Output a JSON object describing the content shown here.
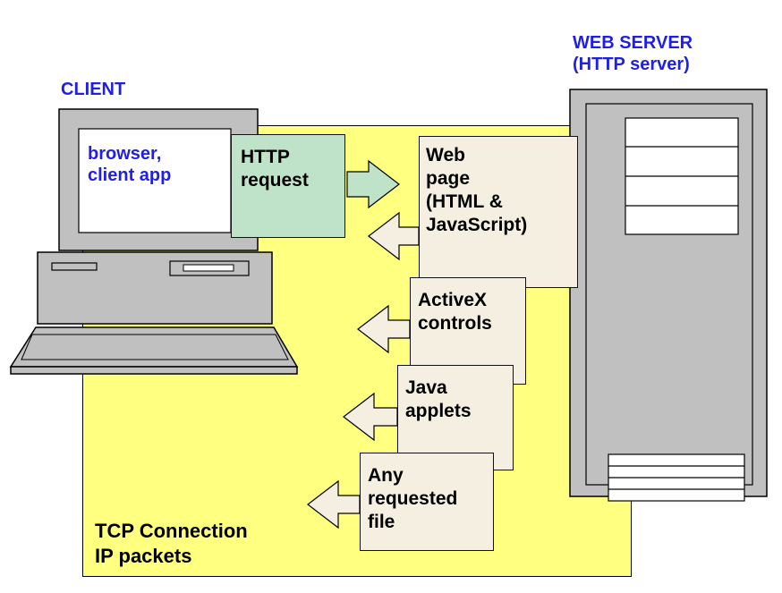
{
  "colors": {
    "tcp_area": "#ffff80",
    "request_box": "#bfe3c8",
    "response_box": "#f4efe0",
    "label_blue": "#1f1fe6",
    "device_gray": "#c0c0c0"
  },
  "client": {
    "title": "CLIENT",
    "screen_line1": "browser,",
    "screen_line2": "client app"
  },
  "server": {
    "title_line1": "WEB SERVER",
    "title_line2": "(HTTP server)"
  },
  "request": {
    "line1": "HTTP",
    "line2": "request"
  },
  "responses": [
    {
      "lines": [
        "Web",
        "page",
        "(HTML &",
        "JavaScript)"
      ]
    },
    {
      "lines": [
        "ActiveX",
        "controls"
      ]
    },
    {
      "lines": [
        "Java",
        "applets"
      ]
    },
    {
      "lines": [
        "Any",
        "requested",
        "file"
      ]
    }
  ],
  "connection": {
    "line1": "TCP Connection",
    "line2": "IP packets"
  }
}
